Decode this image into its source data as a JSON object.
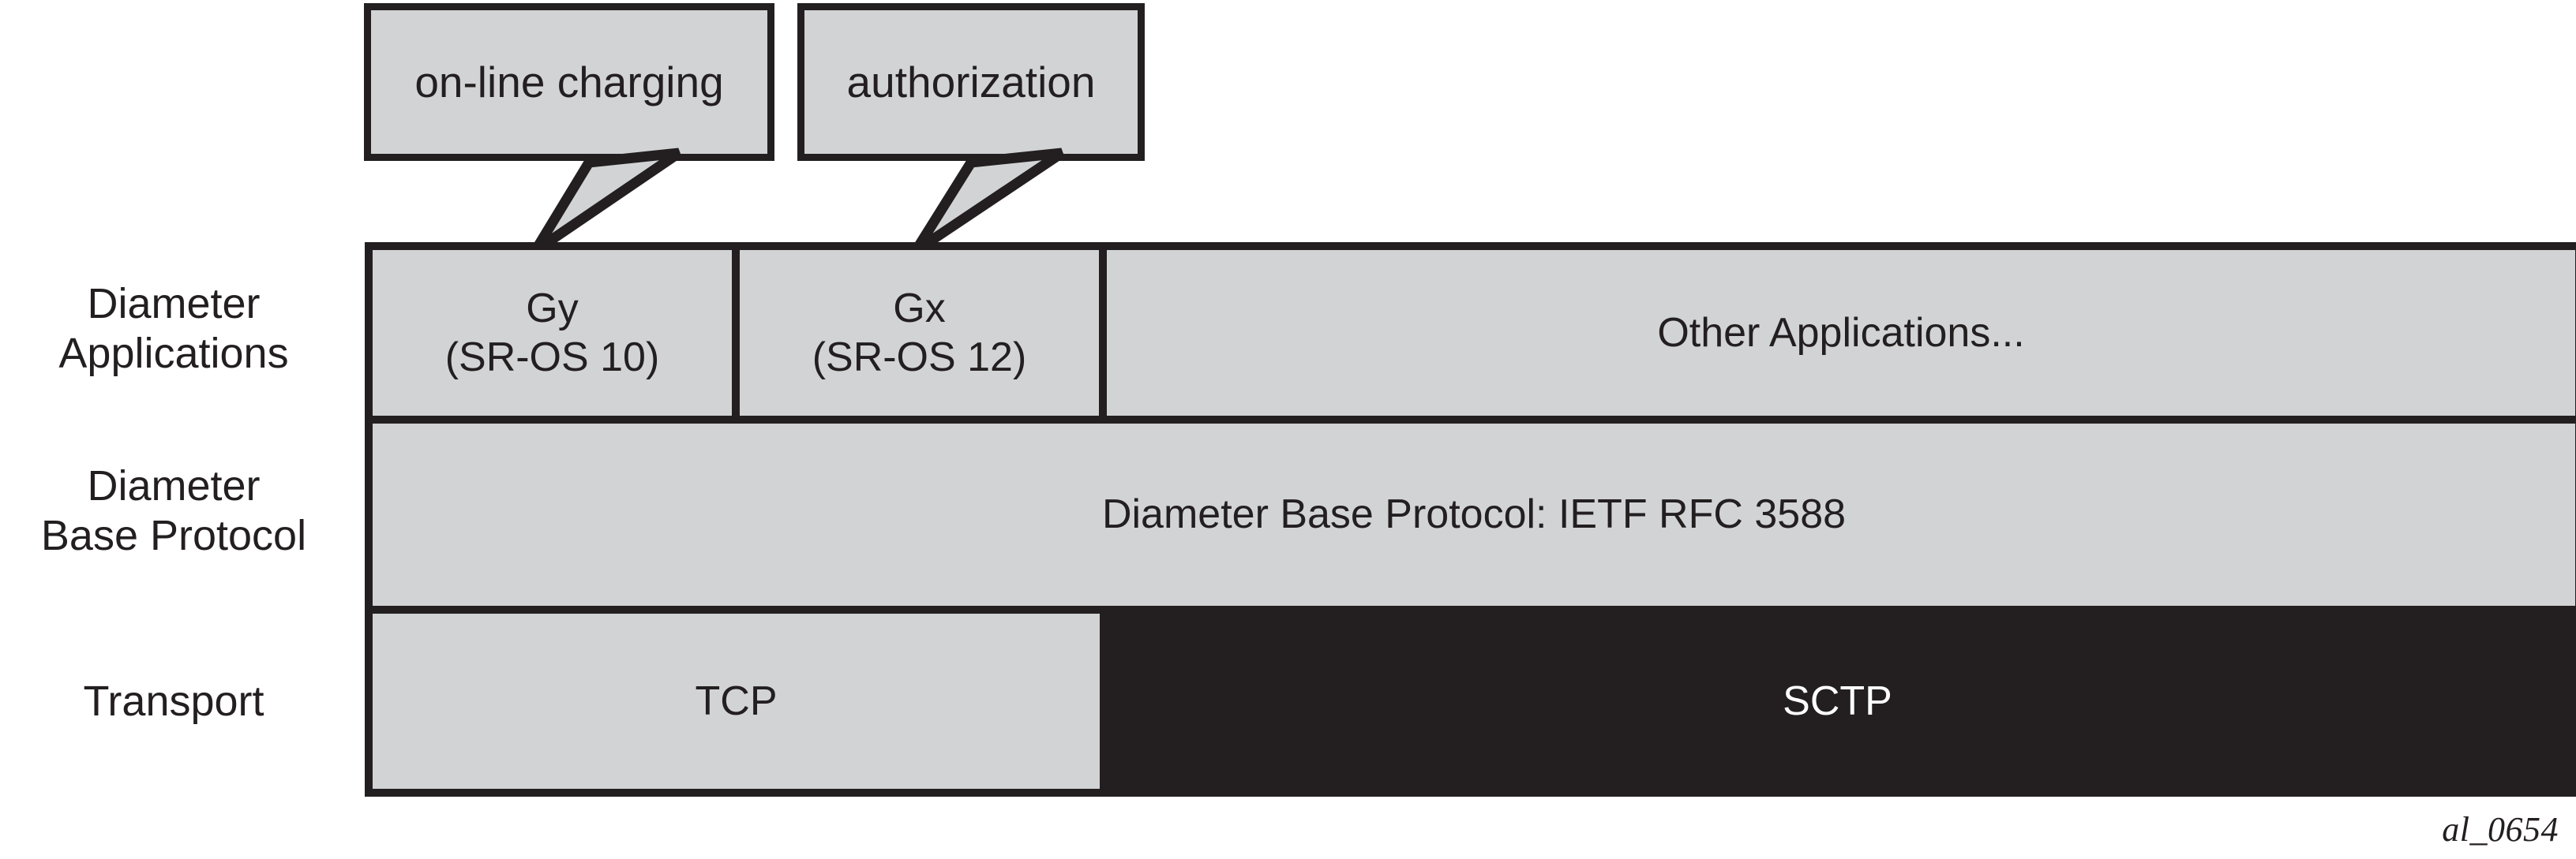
{
  "figure": {
    "id_label": "al_0654",
    "colors": {
      "fill_light": "#d2d3d5",
      "fill_dark": "#231f20",
      "stroke": "#231f20",
      "text_dark": "#231f20",
      "text_light": "#ffffff",
      "background": "#ffffff"
    }
  },
  "callouts": [
    {
      "label": "on-line charging",
      "points_to": "gy-cell"
    },
    {
      "label": "authorization",
      "points_to": "gx-cell"
    }
  ],
  "row_labels": [
    {
      "key": "applications",
      "text": "Diameter\nApplications"
    },
    {
      "key": "base_protocol",
      "text": "Diameter\nBase Protocol"
    },
    {
      "key": "transport",
      "text": "Transport"
    }
  ],
  "layers": [
    {
      "key": "applications",
      "cells": [
        {
          "key": "gy",
          "text": "Gy\n(SR-OS 10)",
          "style": "light"
        },
        {
          "key": "gx",
          "text": "Gx\n(SR-OS 12)",
          "style": "light"
        },
        {
          "key": "other",
          "text": "Other Applications...",
          "style": "light"
        }
      ]
    },
    {
      "key": "base_protocol",
      "cells": [
        {
          "key": "base",
          "text": "Diameter Base Protocol: IETF RFC 3588",
          "style": "light"
        }
      ]
    },
    {
      "key": "transport",
      "cells": [
        {
          "key": "tcp",
          "text": "TCP",
          "style": "light"
        },
        {
          "key": "sctp",
          "text": "SCTP",
          "style": "dark"
        }
      ]
    }
  ]
}
